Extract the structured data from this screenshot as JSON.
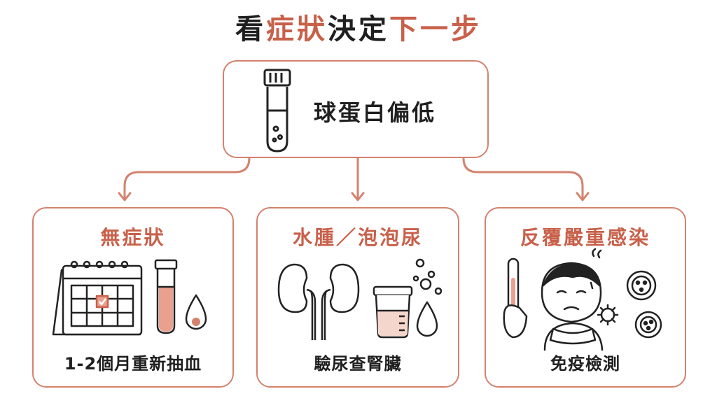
{
  "title": {
    "part1": "看",
    "part2": "症狀",
    "part3": "決定",
    "part4": "下一步"
  },
  "root": {
    "label": "球蛋白偏低",
    "icon": "test-tube-icon"
  },
  "branches": [
    {
      "title": "無症狀",
      "action": "1-2個月重新抽血",
      "icons": [
        "calendar-icon",
        "blood-tube-icon",
        "blood-drop-icon"
      ]
    },
    {
      "title": "水腫／泡泡尿",
      "action": "驗尿查腎臟",
      "icons": [
        "kidneys-icon",
        "urine-cup-icon",
        "bubbles-icon",
        "water-drop-icon"
      ]
    },
    {
      "title": "反覆嚴重感染",
      "action": "免疫檢測",
      "icons": [
        "thermometer-icon",
        "sick-person-icon",
        "germs-icon"
      ]
    }
  ],
  "colors": {
    "accent": "#c8604a",
    "border": "#d4826e",
    "fill": "#e9a08f"
  }
}
